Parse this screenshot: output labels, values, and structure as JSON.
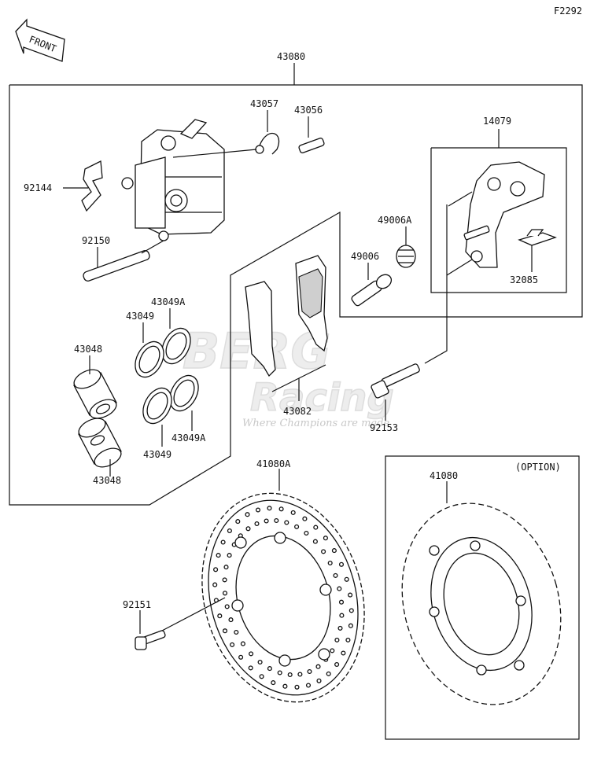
{
  "figure_code": "F2292",
  "front_arrow_label": "FRONT",
  "watermark": {
    "line1": "BERG",
    "line2": "Racing",
    "tagline": "Where Champions are made"
  },
  "option_label": "(OPTION)",
  "parts": {
    "p43080": "43080",
    "p43057": "43057",
    "p43056": "43056",
    "p14079": "14079",
    "p92144": "92144",
    "p49006A": "49006A",
    "p49006": "49006",
    "p32085": "32085",
    "p92150": "92150",
    "p43049A_top": "43049A",
    "p43049_top": "43049",
    "p43048_top": "43048",
    "p43082": "43082",
    "p92153": "92153",
    "p43049A_bot": "43049A",
    "p43049_bot": "43049",
    "p43048_bot": "43048",
    "p41080A": "41080A",
    "p41080": "41080",
    "p92151": "92151"
  }
}
